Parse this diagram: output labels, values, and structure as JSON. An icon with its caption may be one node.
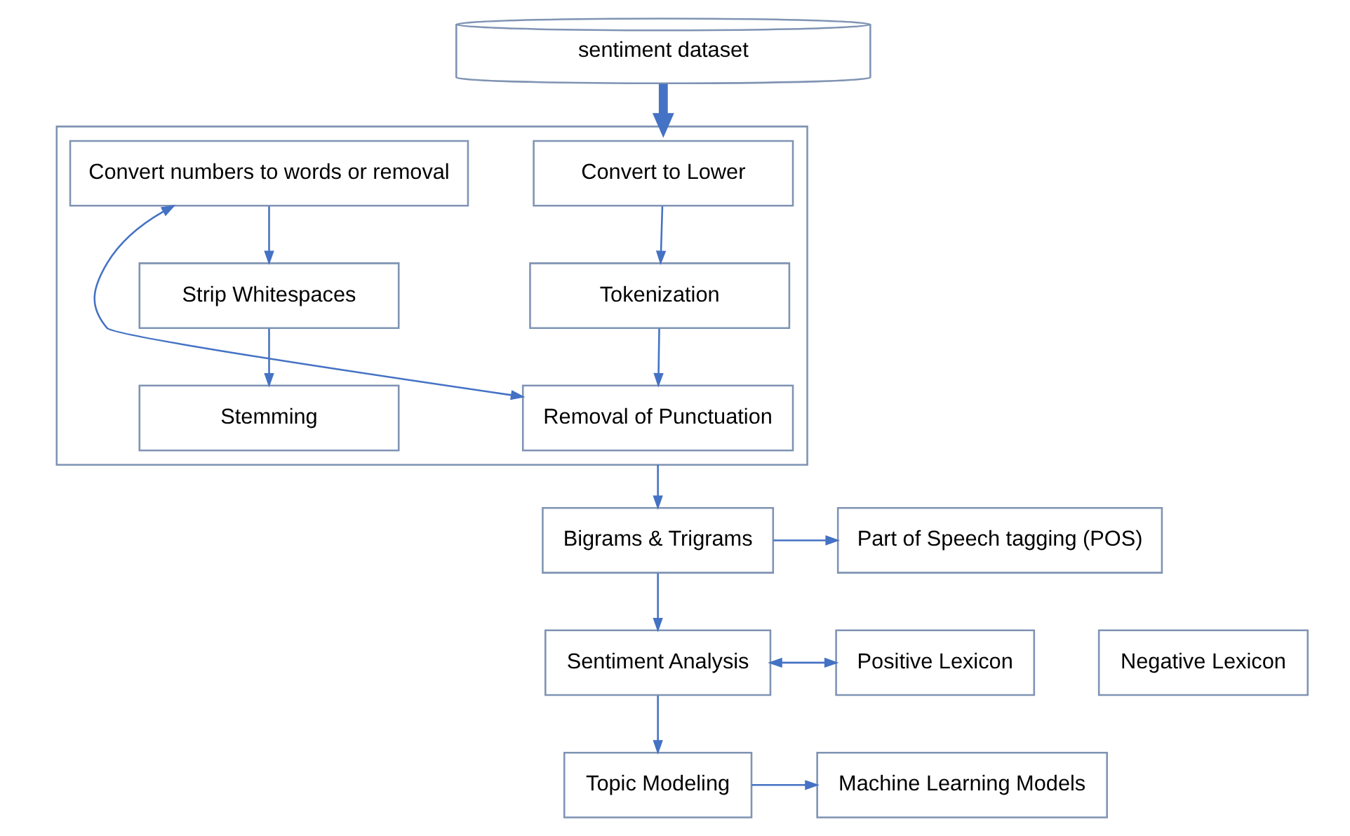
{
  "diagram": {
    "nodes": [
      {
        "text": [
          "sentiment dataset"
        ]
      },
      {
        "text": [],
        "shape": "box"
      },
      {
        "text": [
          "Convert to Lower"
        ],
        "in": 1
      },
      {
        "text": [
          "Tokenization"
        ],
        "in": 1
      },
      {
        "text": [
          "Removal of Punctuation"
        ],
        "in": 1
      },
      {
        "text": [
          "Convert numbers to words or removal"
        ],
        "in": 1
      },
      {
        "text": [
          "Strip Whitespaces"
        ],
        "in": 1
      },
      {
        "text": [
          "Stemming"
        ],
        "in": 1
      },
      {
        "text": [
          "Bigrams & Trigrams"
        ]
      },
      {
        "text": [
          "Part of Speech tagging (POS)"
        ]
      },
      {
        "text": [
          "Sentiment Analysis"
        ]
      },
      {
        "text": [
          "Positive Lexicon"
        ]
      },
      {
        "text": [
          "Negative Lexicon"
        ]
      },
      {
        "text": [
          "Machine Learning Models"
        ]
      },
      {
        "text": [
          "Topic Modeling"
        ]
      }
    ],
    "edges": [
      {
        "from": 0,
        "to": 1,
        "arrow": "to",
        "style": "thick"
      },
      {
        "from": 2,
        "to": 3,
        "arrow": "to"
      },
      {
        "from": 3,
        "to": 4,
        "arrow": "to"
      },
      {
        "from": 4,
        "to": 5,
        "arrow": "both"
      },
      {
        "from": 5,
        "to": 6,
        "arrow": "to"
      },
      {
        "from": 6,
        "to": 7,
        "arrow": "to"
      },
      {
        "from": 1,
        "to": 8,
        "arrow": "to"
      },
      {
        "from": 8,
        "to": 9,
        "arrow": "to"
      },
      {
        "from": 8,
        "to": 10,
        "arrow": "to"
      },
      {
        "from": 10,
        "to": 11,
        "arrow": "both"
      },
      {
        "from": 10,
        "to": 14,
        "arrow": "to"
      },
      {
        "from": 14,
        "to": 13,
        "arrow": "to"
      }
    ]
  }
}
